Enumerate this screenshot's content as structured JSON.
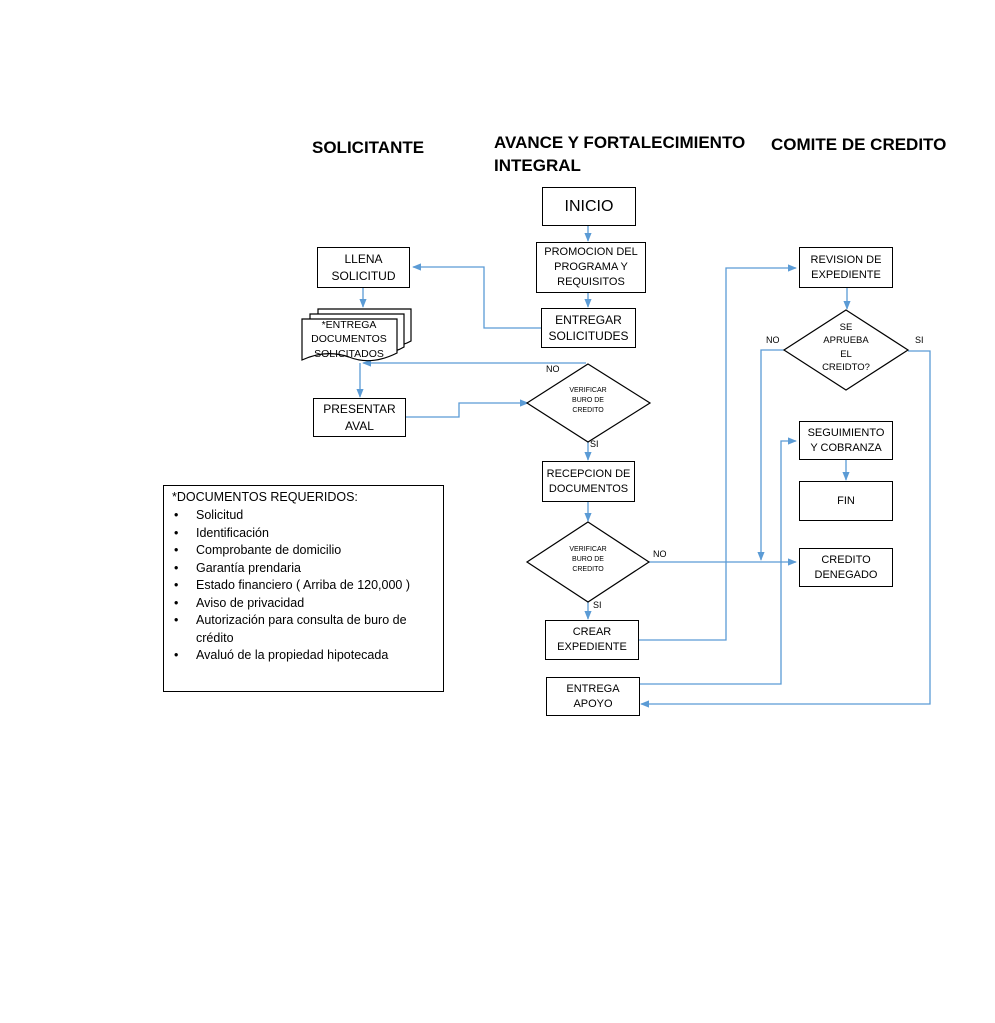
{
  "lanes": {
    "solicitante": "SOLICITANTE",
    "avance": "AVANCE Y FORTALECIMIENTO\nINTEGRAL",
    "comite": "COMITE DE CREDITO"
  },
  "nodes": {
    "inicio": "INICIO",
    "promocion": "PROMOCION DEL\nPROGRAMA Y\nREQUISITOS",
    "entregar_solicitudes": "ENTREGAR\nSOLICITUDES",
    "llena_solicitud": "LLENA\nSOLICITUD",
    "entrega_documentos": "*ENTREGA\nDOCUMENTOS\nSOLICITADOS",
    "presentar_aval": "PRESENTAR\nAVAL",
    "verificar_buro_1": "VERIFICAR\nBURO DE\nCREDITO",
    "recepcion_documentos": "RECEPCION DE\nDOCUMENTOS",
    "verificar_buro_2": "VERIFICAR\nBURO DE\nCREDITO",
    "crear_expediente": "CREAR\nEXPEDIENTE",
    "entrega_apoyo": "ENTREGA\nAPOYO",
    "revision_expediente": "REVISION DE\nEXPEDIENTE",
    "se_aprueba": "SE\nAPRUEBA\nEL\nCREIDTO?",
    "seguimiento": "SEGUIMIENTO\nY COBRANZA",
    "fin": "FIN",
    "credito_denegado": "CREDITO\nDENEGADO"
  },
  "edge_labels": {
    "no_buro_1": "NO",
    "si_buro_1": "SI",
    "no_buro_2": "NO",
    "si_buro_2": "SI",
    "no_aprueba": "NO",
    "si_aprueba": "SI"
  },
  "requirements": {
    "title": "*DOCUMENTOS REQUERIDOS:",
    "items": [
      "Solicitud",
      "Identificación",
      "Comprobante de domicilio",
      "Garantía prendaria",
      "Estado financiero ( Arriba de 120,000 )",
      "Aviso de privacidad",
      "Autorización para consulta de buro de crédito",
      "Avaluó de la propiedad hipotecada"
    ]
  },
  "colors": {
    "connector": "#5b9bd5",
    "box_border": "#000000",
    "background": "#ffffff"
  }
}
